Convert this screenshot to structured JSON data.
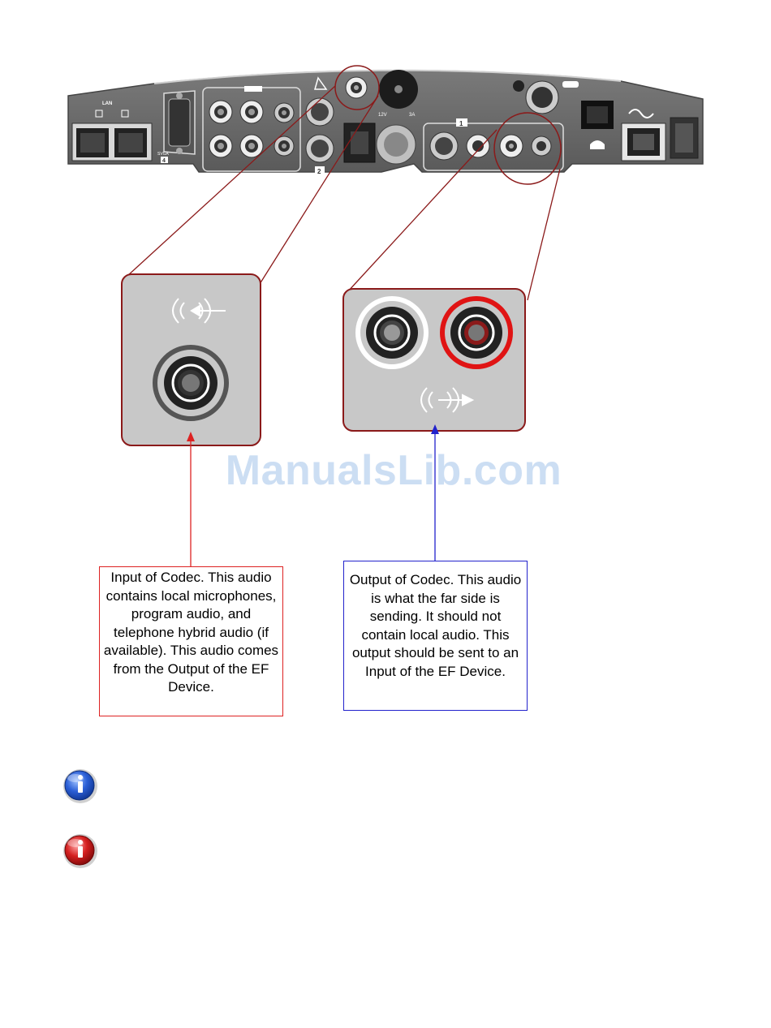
{
  "panel": {
    "lan_label": "LAN",
    "port_labels": {
      "vga_num": "4",
      "svga_tag": "SVGA",
      "svideo_num": "2",
      "cam_num": "1",
      "power_12v": "12V",
      "power_3a": "3A"
    }
  },
  "callouts": {
    "input_text": "Input of Codec.  This audio contains local microphones, program audio, and telephone hybrid audio (if available).  This audio comes from the Output of the EF Device.",
    "output_text": "Output of Codec.  This audio is what the far side is sending.  It should not contain local audio.  This output should be sent to an Input of the EF Device."
  },
  "watermark": "ManualsLib.com",
  "icons": {
    "info": "info-icon",
    "warning": "warning-icon"
  },
  "colors": {
    "input_accent": "#dd2222",
    "output_accent": "#2222cc",
    "panel_gray": "#6a6a6a",
    "zoom_bg": "#c8c8c8",
    "zoom_border": "#8b1a1a",
    "info_blue": "#2b5fd6",
    "warning_red": "#d42020"
  }
}
